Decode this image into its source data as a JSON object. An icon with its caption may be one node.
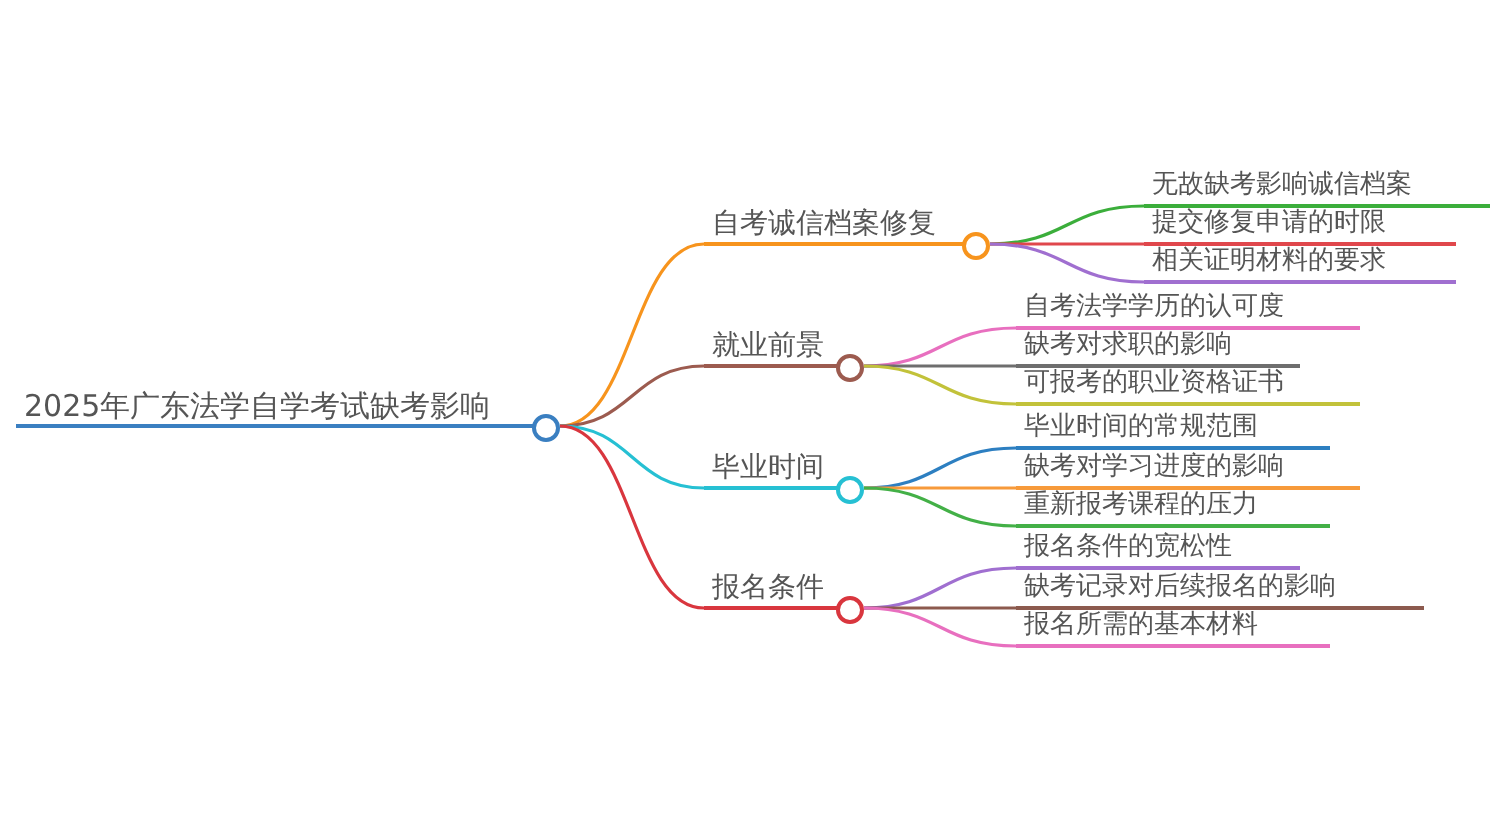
{
  "diagram": {
    "nodes": [
      {
        "text": [
          "2025年广东法学自学考试缺考影响"
        ]
      },
      {
        "text": [
          "自考诚信档案修复"
        ]
      },
      {
        "text": [
          "无故缺考影响诚信档案"
        ]
      },
      {
        "text": [
          "提交修复申请的时限"
        ]
      },
      {
        "text": [
          "相关证明材料的要求"
        ]
      },
      {
        "text": [
          "就业前景"
        ]
      },
      {
        "text": [
          "自考法学学历的认可度"
        ]
      },
      {
        "text": [
          "缺考对求职的影响"
        ]
      },
      {
        "text": [
          "可报考的职业资格证书"
        ]
      },
      {
        "text": [
          "毕业时间"
        ]
      },
      {
        "text": [
          "毕业时间的常规范围"
        ]
      },
      {
        "text": [
          "缺考对学习进度的影响"
        ]
      },
      {
        "text": [
          "重新报考课程的压力"
        ]
      },
      {
        "text": [
          "报名条件"
        ]
      },
      {
        "text": [
          "报名条件的宽松性"
        ]
      },
      {
        "text": [
          "缺考记录对后续报名的影响"
        ]
      },
      {
        "text": [
          "报名所需的基本材料"
        ]
      }
    ],
    "edges": [
      {
        "from": 0,
        "to": 1,
        "arrow": "none",
        "color": "#f7941d"
      },
      {
        "from": 1,
        "to": 2,
        "arrow": "none",
        "color": "#3bae3b"
      },
      {
        "from": 1,
        "to": 3,
        "arrow": "none",
        "color": "#e0474c"
      },
      {
        "from": 1,
        "to": 4,
        "arrow": "none",
        "color": "#a06fd0"
      },
      {
        "from": 0,
        "to": 5,
        "arrow": "none",
        "color": "#9c5b4f"
      },
      {
        "from": 5,
        "to": 6,
        "arrow": "none",
        "color": "#e86fbf"
      },
      {
        "from": 5,
        "to": 7,
        "arrow": "none",
        "color": "#6e6e6e"
      },
      {
        "from": 5,
        "to": 8,
        "arrow": "none",
        "color": "#c2c23a"
      },
      {
        "from": 0,
        "to": 9,
        "arrow": "none",
        "color": "#26c0d3"
      },
      {
        "from": 9,
        "to": 10,
        "arrow": "none",
        "color": "#2d7fc1"
      },
      {
        "from": 9,
        "to": 11,
        "arrow": "none",
        "color": "#f79a3a"
      },
      {
        "from": 9,
        "to": 12,
        "arrow": "none",
        "color": "#43b047"
      },
      {
        "from": 0,
        "to": 13,
        "arrow": "none",
        "color": "#d9363e"
      },
      {
        "from": 13,
        "to": 14,
        "arrow": "none",
        "color": "#a06fd0"
      },
      {
        "from": 13,
        "to": 15,
        "arrow": "none",
        "color": "#8c5a4e"
      },
      {
        "from": 13,
        "to": 16,
        "arrow": "none",
        "color": "#e86fbf"
      }
    ]
  }
}
